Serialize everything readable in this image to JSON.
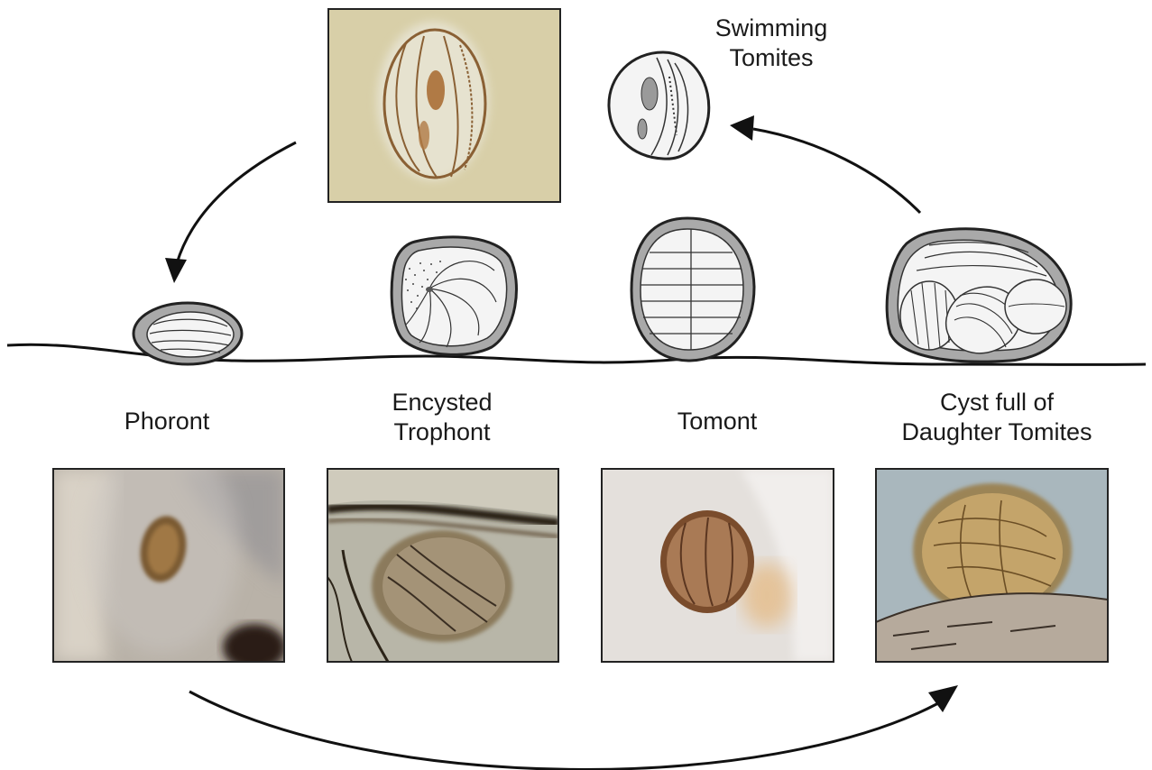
{
  "labels": {
    "swimming": [
      "Swimming",
      "Tomites"
    ],
    "phoront": [
      "Phoront"
    ],
    "encysted": [
      "Encysted",
      "Trophont"
    ],
    "tomont": [
      "Tomont"
    ],
    "cyst": [
      "Cyst full of",
      "Daughter  Tomites"
    ]
  },
  "colors": {
    "cell_fill": "#f4f4f4",
    "cell_wall": "#a9a9a9",
    "outline": "#222222",
    "photo_theront_bg": "#d8cfa8",
    "photo_phoront_bg": "#b9b2a8",
    "photo_trophont_bg": "#b8b6a8",
    "photo_tomont_bg": "#e4e0dc",
    "photo_cyst_bg": "#a9b7bd",
    "organism_brown": "#8a6034"
  },
  "icons": {
    "arrows": [
      "arrow-head-icon"
    ],
    "photos": [
      "micrograph-theront",
      "micrograph-phoront",
      "micrograph-trophont",
      "micrograph-tomont",
      "micrograph-cyst"
    ]
  }
}
